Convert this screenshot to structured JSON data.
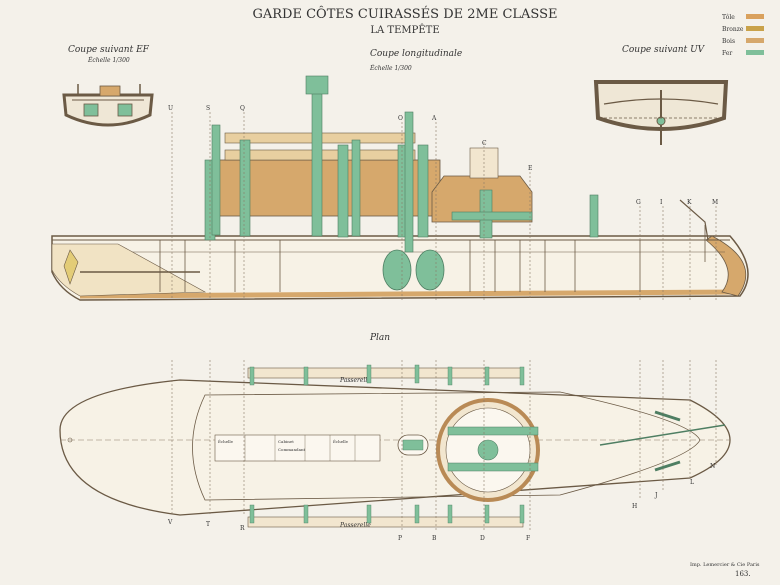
{
  "title": {
    "line1": "GARDE CÔTES CUIRASSÉS DE 2ME CLASSE",
    "line2": "LA TEMPÊTE"
  },
  "sections": {
    "left": {
      "label": "Coupe suivant EF",
      "scale": "Échelle 1/300"
    },
    "center": {
      "label": "Coupe longitudinale",
      "scale": "Échelle 1/300"
    },
    "right": {
      "label": "Coupe suivant UV"
    }
  },
  "legend": [
    {
      "label": "Tôle",
      "color": "#d9a15d"
    },
    {
      "label": "Bronze",
      "color": "#c9a24a"
    },
    {
      "label": "Bois",
      "color": "#d6a86c"
    },
    {
      "label": "Fer",
      "color": "#7fbf9a"
    }
  ],
  "plan": {
    "label": "Plan",
    "passerelle_top": "Passerelle",
    "passerelle_bottom": "Passerelle",
    "room_labels": [
      "Échelle",
      "Cabinet",
      "Commandant",
      "Échelle"
    ]
  },
  "section_letters": {
    "top": [
      "U",
      "S",
      "Q",
      "O",
      "A",
      "C",
      "E",
      "G",
      "I",
      "K",
      "M"
    ],
    "bottom": [
      "V",
      "T",
      "R",
      "P",
      "B",
      "D",
      "F",
      "H",
      "J",
      "L",
      "N"
    ]
  },
  "footer": {
    "printer": "Imp. Lemercier & Cie Paris",
    "page": "163."
  },
  "colors": {
    "iron_green": "#7fbf9a",
    "wood_tan": "#d6a86c",
    "hull_outline": "#6b5a45",
    "paper": "#f4f1ea"
  }
}
